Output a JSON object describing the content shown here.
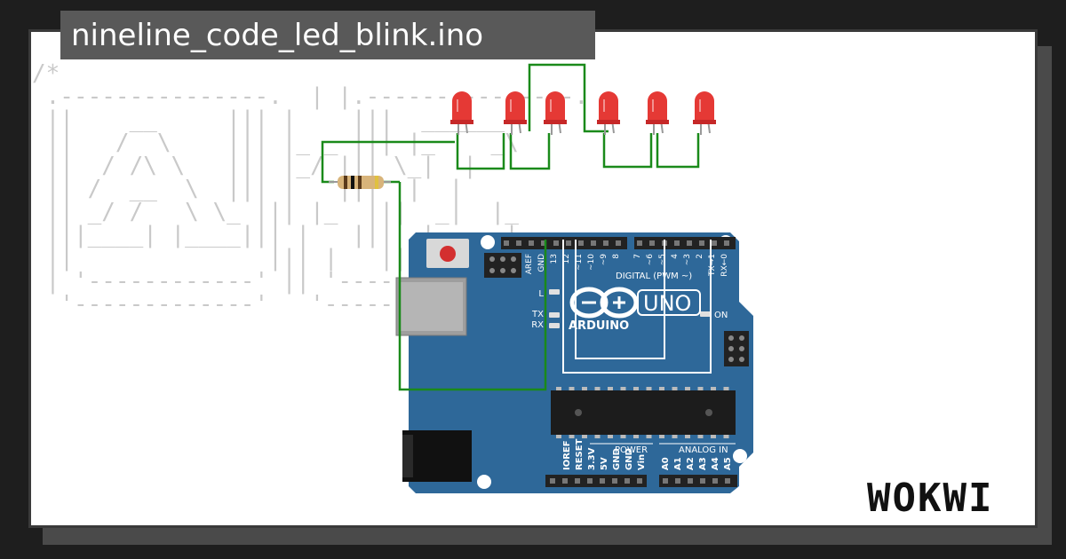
{
  "project": {
    "title": "nineline_code_led_blink.ino"
  },
  "code_comment": {
    "lines": [
      "/*",
      " .---------------.  | |.---------------.",
      " ||    __     ||| |    |||  ______  ",
      " ||   /  \\    ||| |_ _ ||| |_    _\\ ",
      " ||  / /\\ \\   ||| |_/ ||| \\_|  |   ",
      " || /  __  \\  ||| |   |||  |  |    ",
      " || _/ /   \\ \\_ ||| |_  |||  _|  |_  ",
      " |||____| |____||| |   |||  |_____|",
      " ||              ||| |   |||         ",
      " | '------------' || '------------'",
      "  '-------------'   '-------------'"
    ]
  },
  "board": {
    "brand": "ARDUINO",
    "model": "UNO",
    "digital_label": "DIGITAL (PWM ~)",
    "power_label": "POWER",
    "analog_label": "ANALOG IN",
    "on_label": "ON",
    "led_labels": [
      "L",
      "TX",
      "RX"
    ],
    "digital_pins": [
      "AREF",
      "GND",
      "13",
      "12",
      "~11",
      "~10",
      "~9",
      "8",
      "7",
      "~6",
      "~5",
      "4",
      "~3",
      "2",
      "TX→1",
      "RX←0"
    ],
    "power_pins": [
      "IOREF",
      "RESET",
      "3.3V",
      "5V",
      "GND",
      "GND",
      "Vin"
    ],
    "analog_pins": [
      "A0",
      "A1",
      "A2",
      "A3",
      "A4",
      "A5"
    ]
  },
  "leds": {
    "count": 6,
    "color": "#e53935"
  },
  "colors": {
    "board_blue": "#2e6899",
    "wire_green": "#1a8a1a",
    "header_black": "#222222"
  },
  "logo": {
    "text": "WOKWI"
  }
}
